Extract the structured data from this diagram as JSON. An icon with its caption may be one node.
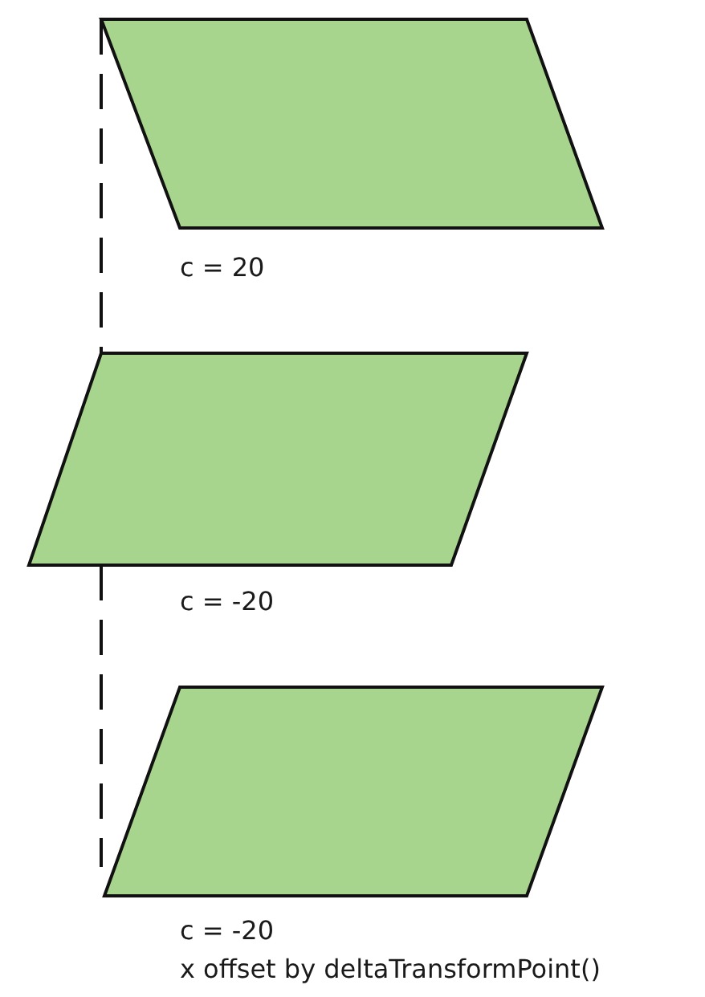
{
  "diagram": {
    "nodes": [
      {
        "text": [],
        "shape": "parallelogram",
        "beside": [
          "c = 20"
        ]
      },
      {
        "text": [],
        "shape": "parallelogram",
        "beside": [
          "c = -20"
        ]
      },
      {
        "text": [],
        "shape": "parallelogram",
        "beside": [
          "c = -20",
          "x offset by deltaTransformPoint()"
        ]
      }
    ]
  }
}
